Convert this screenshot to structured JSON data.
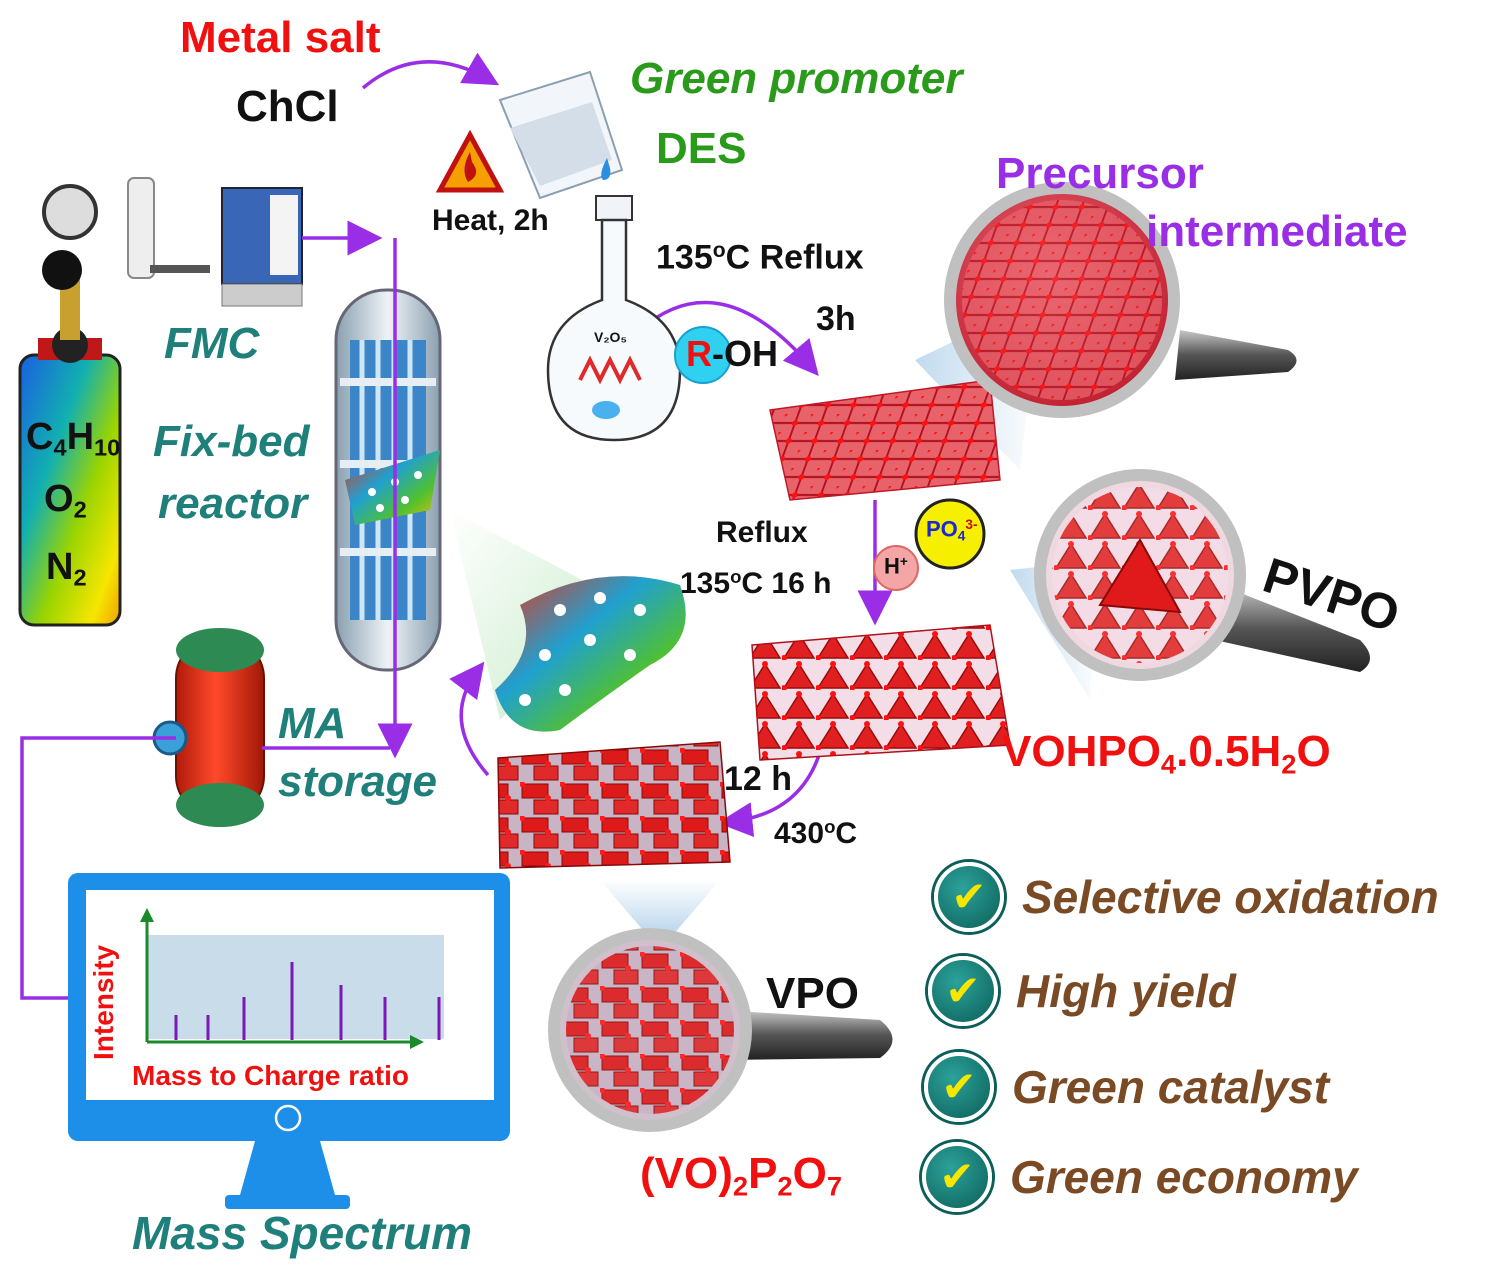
{
  "labels": {
    "metal_salt": "Metal salt",
    "chcl": "ChCl",
    "green_promoter": "Green promoter",
    "des": "DES",
    "heat": "Heat, 2h",
    "reflux_135": "135°C Reflux",
    "time_3h": "3h",
    "r_oh_r": "R",
    "r_oh_oh": "-OH",
    "v2o5": "V₂O₅",
    "precursor": "Precursor",
    "intermediate": "intermediate",
    "fmc": "FMC",
    "fixbed_line1": "Fix-bed",
    "fixbed_line2": "reactor",
    "ma_line1": "MA",
    "ma_line2": "storage",
    "reflux_label": "Reflux",
    "reflux_time": "135°C 16 h",
    "h_plus": "H+",
    "po4": "PO43-",
    "pvpo": "PVPO",
    "vohpo4": "VOHPO4.0.5H2O",
    "time_12h": "12 h",
    "temp_430": "430°C",
    "vpo": "VPO",
    "vo2p2o7": "(VO)2P2O7",
    "mass_spectrum": "Mass Spectrum",
    "intensity": "Intensity",
    "mass_charge": "Mass to Charge ratio",
    "gas_c4h10": "C4H10",
    "gas_o2": "O2",
    "gas_n2": "N2"
  },
  "benefits": [
    "Selective oxidation",
    "High yield",
    "Green catalyst",
    "Green economy"
  ],
  "colors": {
    "arrow": "#9a2ee6",
    "red_label": "#f01010",
    "green_label": "#2a9a1a",
    "teal_label": "#1f7f7a",
    "crystal": "#e8262a",
    "monitor": "#1e8fe8"
  }
}
